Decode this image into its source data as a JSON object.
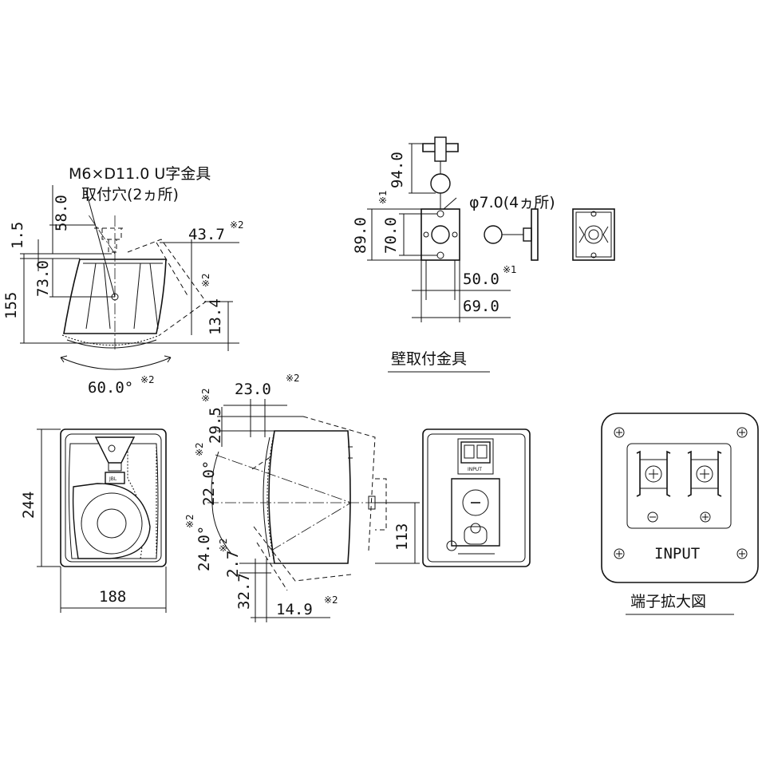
{
  "top_view": {
    "note_line1": "M6×D11.0 U字金具",
    "note_line2": "取付穴(2ヵ所)",
    "dim_58": "58.0",
    "dim_1_5": "1.5",
    "dim_155": "155",
    "dim_73": "73.0",
    "dim_43_7": "43.7",
    "dim_13_4": "13.4",
    "dim_60": "60.0°"
  },
  "bracket": {
    "dim_94": "94.0",
    "dim_89": "89.0",
    "dim_70": "70.0",
    "dim_hole": "φ7.0(4ヵ所)",
    "dim_50": "50.0",
    "dim_69": "69.0",
    "title": "壁取付金具"
  },
  "front_view": {
    "dim_244": "244",
    "dim_188": "188",
    "logo": "JBL"
  },
  "side_view": {
    "dim_23": "23.0",
    "dim_29_5": "29.5",
    "dim_22": "22.0°",
    "dim_24": "24.0°",
    "dim_2_7": "2.7",
    "dim_32_7": "32.7",
    "dim_14_9": "14.9"
  },
  "back_view": {
    "dim_113": "113",
    "input_small": "INPUT"
  },
  "terminal": {
    "input_label": "INPUT",
    "title": "端子拡大図"
  },
  "notes": {
    "mark1": "※1",
    "mark2": "※2"
  }
}
